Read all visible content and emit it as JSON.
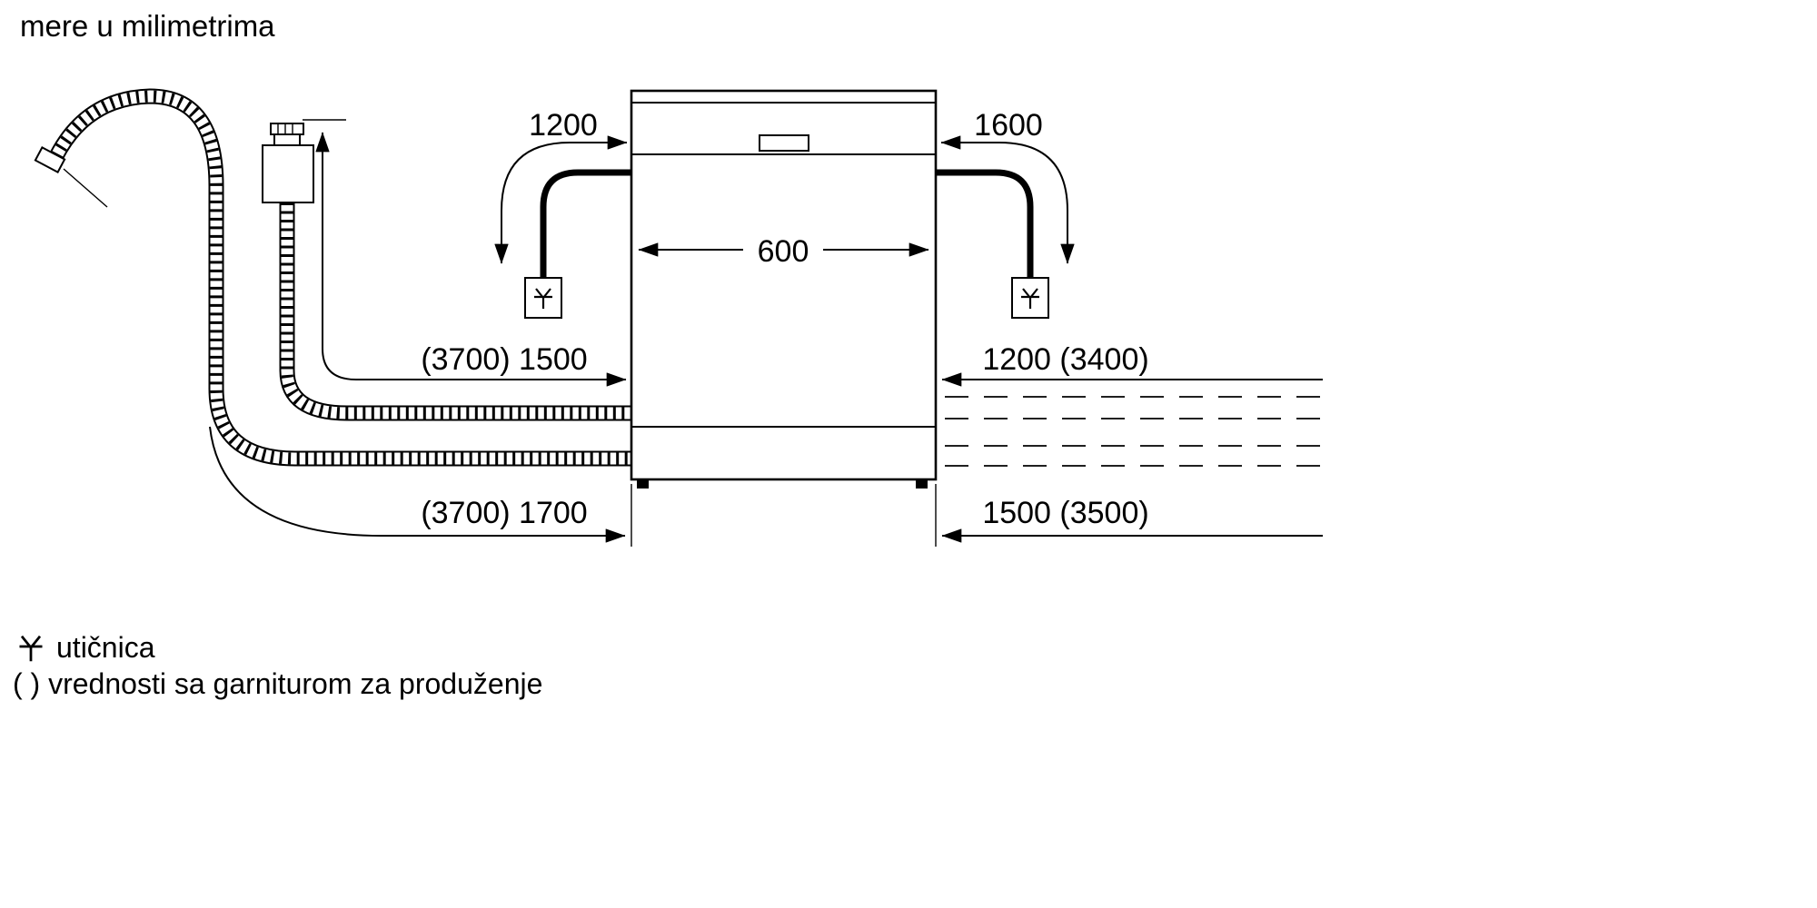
{
  "title": "mere u milimetrima",
  "colors": {
    "line": "#000000",
    "background": "#ffffff"
  },
  "diagram": {
    "appliance": "dishwasher-rear-view",
    "dimensions": {
      "cable_left": "1200",
      "cable_right": "1600",
      "appliance_width": "600",
      "supply_hose_left": "(3700) 1500",
      "hose_right_upper": "1200 (3400)",
      "drain_hose_left": "(3700) 1700",
      "hose_right_lower": "1500 (3500)"
    }
  },
  "legend": {
    "socket_label": "utičnica",
    "extension_note": "( ) vrednosti sa garniturom za produženje"
  }
}
